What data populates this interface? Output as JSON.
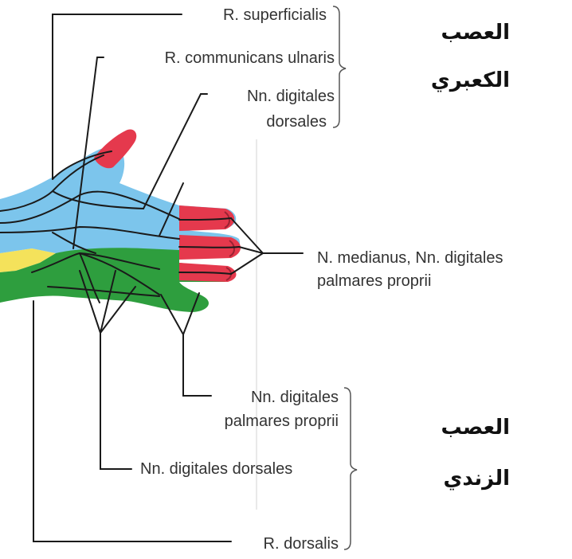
{
  "colors": {
    "radial_region": "#7cc5ec",
    "median_region": "#e5394d",
    "ulnar_region": "#2e9e3e",
    "wrist_yellow": "#f4e25b",
    "nerve_lines": "#1a1a1a",
    "guide_line": "#cfcfcf"
  },
  "labels": {
    "r_superficialis": "R. superficialis",
    "r_communicans_ulnaris": "R. communicans ulnaris",
    "nn_digitales_dorsales_top_1": "Nn. digitales",
    "nn_digitales_dorsales_top_2": "dorsales",
    "n_medianus_1": "N. medianus, Nn. digitales",
    "n_medianus_2": "palmares proprii",
    "nn_digitales_palmares_1": "Nn. digitales",
    "nn_digitales_palmares_2": "palmares proprii",
    "nn_digitales_dorsales_bottom": "Nn. digitales dorsales",
    "r_dorsalis": "R. dorsalis"
  },
  "arabic": {
    "radial_line1": "العصب",
    "radial_line2": "الكعبري",
    "ulnar_line1": "العصب",
    "ulnar_line2": "الزندي"
  }
}
